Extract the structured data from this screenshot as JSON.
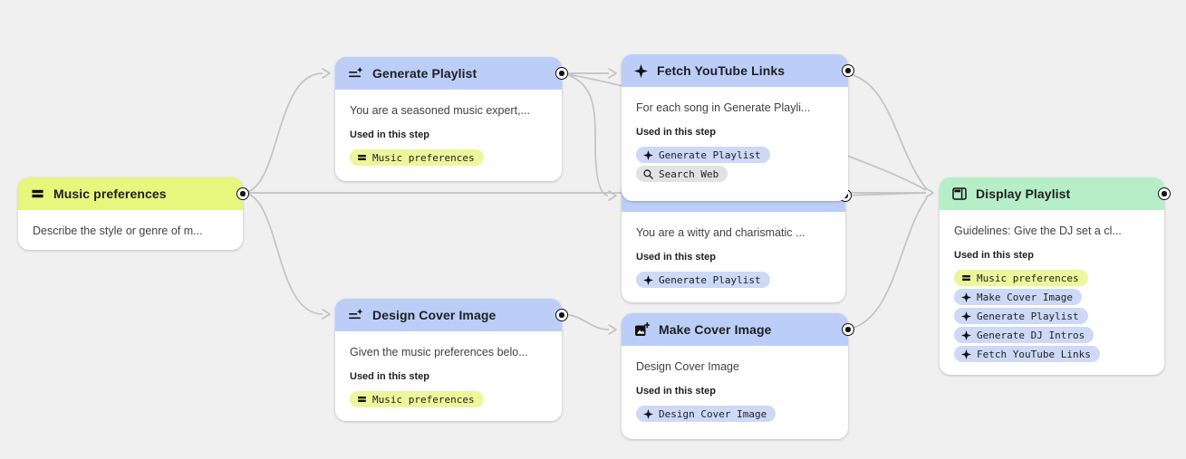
{
  "labels": {
    "used_in_this_step": "Used in this step"
  },
  "colors": {
    "canvas_bg": "#f0f0f0",
    "node_bg": "#ffffff",
    "header_blue": "#bccdf8",
    "header_yellow": "#e7f67c",
    "header_green": "#b6eec7",
    "chip_yellow": "#ecf69b",
    "chip_blue": "#cdd9f6",
    "chip_gray": "#e2e2e2",
    "edge_gray": "#c3c3c3"
  },
  "nodes": [
    {
      "id": "music-preferences",
      "title": "Music preferences",
      "icon": "text-input-icon",
      "preview": "Describe the style or genre of m..."
    },
    {
      "id": "generate-playlist",
      "title": "Generate Playlist",
      "icon": "prompt-icon",
      "preview": "You are a seasoned music expert,...",
      "chips": [
        {
          "label": "Music preferences",
          "icon": "text-input-icon"
        }
      ]
    },
    {
      "id": "fetch-youtube-links",
      "title": "Fetch YouTube Links",
      "icon": "sparkle-icon",
      "preview": "For each song in Generate Playli...",
      "chips": [
        {
          "label": "Generate Playlist",
          "icon": "sparkle-icon"
        },
        {
          "label": "Search Web",
          "icon": "search-icon"
        }
      ]
    },
    {
      "id": "generate-dj-intros",
      "preview": "You are a witty and charismatic ...",
      "chips": [
        {
          "label": "Generate Playlist",
          "icon": "sparkle-icon"
        }
      ]
    },
    {
      "id": "design-cover-image",
      "title": "Design Cover Image",
      "icon": "prompt-icon",
      "preview": "Given the music preferences belo...",
      "chips": [
        {
          "label": "Music preferences",
          "icon": "text-input-icon"
        }
      ]
    },
    {
      "id": "make-cover-image",
      "title": "Make Cover Image",
      "icon": "image-plus-icon",
      "preview": "Design Cover Image",
      "chips": [
        {
          "label": "Design Cover Image",
          "icon": "sparkle-icon"
        }
      ]
    },
    {
      "id": "display-playlist",
      "title": "Display Playlist",
      "icon": "table-icon",
      "preview": "Guidelines: Give the DJ set a cl...",
      "chips": [
        {
          "label": "Music preferences",
          "icon": "text-input-icon"
        },
        {
          "label": "Make Cover Image",
          "icon": "sparkle-icon"
        },
        {
          "label": "Generate Playlist",
          "icon": "sparkle-icon"
        },
        {
          "label": "Generate DJ Intros",
          "icon": "sparkle-icon"
        },
        {
          "label": "Fetch YouTube Links",
          "icon": "sparkle-icon"
        }
      ]
    }
  ]
}
